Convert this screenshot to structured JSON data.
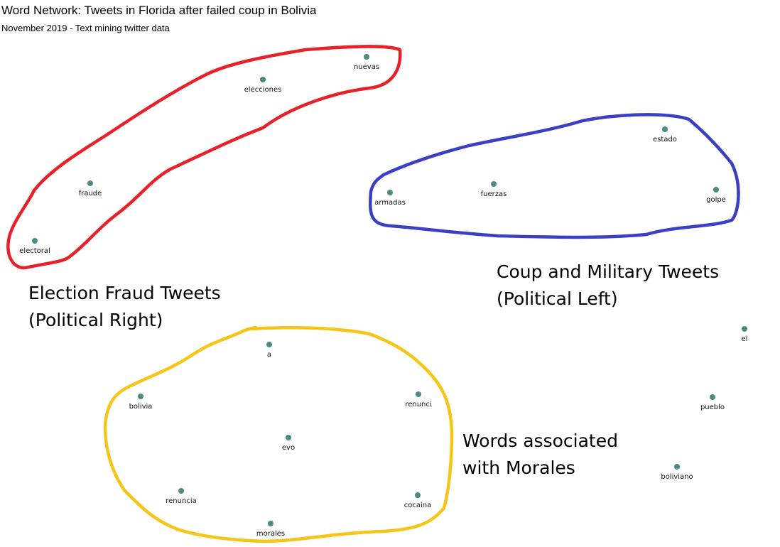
{
  "title": "Word Network: Tweets in Florida after failed coup in Bolivia",
  "subtitle": "November 2019 - Text mining twitter data",
  "colors": {
    "node": "#4e8a85",
    "red_group": "#e8202a",
    "blue_group": "#3b3fc6",
    "yellow_group": "#f5c518"
  },
  "nodes": [
    {
      "word": "nuevas"
    },
    {
      "word": "elecciones"
    },
    {
      "word": "fraude"
    },
    {
      "word": "electoral"
    },
    {
      "word": "estado"
    },
    {
      "word": "fuerzas"
    },
    {
      "word": "armadas"
    },
    {
      "word": "golpe"
    },
    {
      "word": "el"
    },
    {
      "word": "a"
    },
    {
      "word": "bolivia"
    },
    {
      "word": "renunci"
    },
    {
      "word": "evo"
    },
    {
      "word": "renuncia"
    },
    {
      "word": "cocaina"
    },
    {
      "word": "morales"
    },
    {
      "word": "pueblo"
    },
    {
      "word": "boliviano"
    }
  ],
  "annotations": {
    "red": {
      "line1": "Election Fraud Tweets",
      "line2": "(Political Right)"
    },
    "blue": {
      "line1": "Coup and Military Tweets",
      "line2": "(Political Left)"
    },
    "yellow": {
      "line1": "Words associated",
      "line2": "with Morales"
    }
  }
}
